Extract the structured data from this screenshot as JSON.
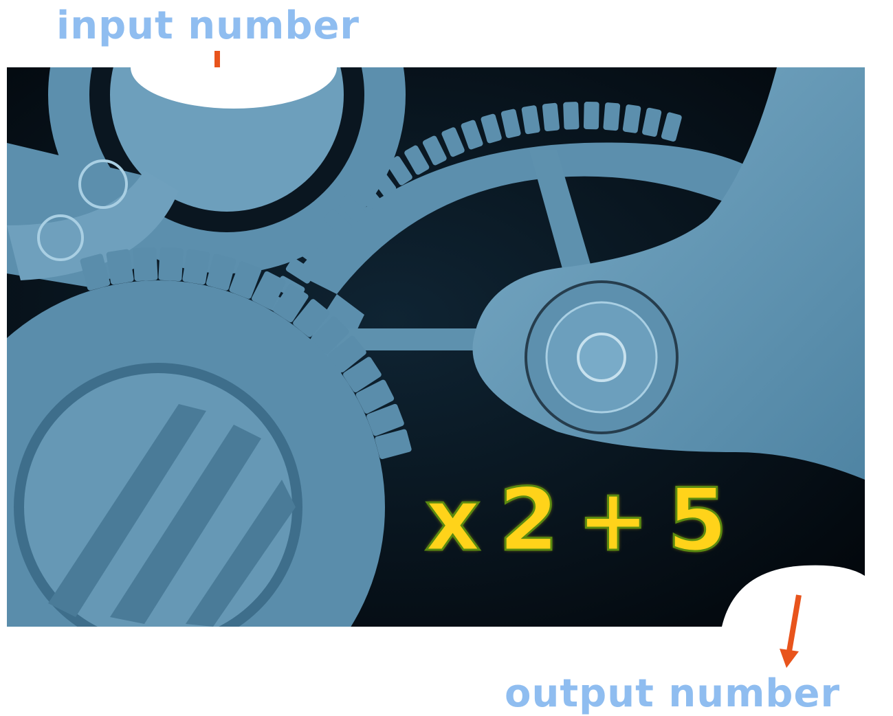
{
  "labels": {
    "input": "input number",
    "output": "output number"
  },
  "formula": {
    "operator_times": "x",
    "multiplier": "2",
    "operator_plus": "+",
    "addend": "5"
  },
  "colors": {
    "label_text": "#8fbdf0",
    "arrow": "#e8541c",
    "gear": "#5f93b0",
    "gear_dark": "#3c6c88",
    "background_dark": "#071018",
    "formula_fill": "#ffd31a",
    "formula_outline": "#5a8a10"
  },
  "icons": {
    "input_arrow": "arrow-down-icon",
    "output_arrow": "arrow-down-icon"
  }
}
